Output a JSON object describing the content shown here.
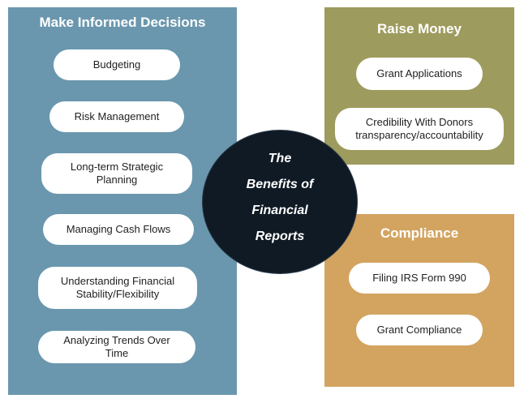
{
  "center": {
    "lines": [
      "The",
      "Benefits of",
      "Financial",
      "Reports"
    ]
  },
  "left_panel": {
    "title": "Make Informed Decisions",
    "items": [
      {
        "lines": [
          "Budgeting"
        ]
      },
      {
        "lines": [
          "Risk Management"
        ]
      },
      {
        "lines": [
          "Long-term Strategic",
          "Planning"
        ]
      },
      {
        "lines": [
          "Managing Cash Flows"
        ]
      },
      {
        "lines": [
          "Understanding Financial",
          "Stability/Flexibility"
        ]
      },
      {
        "lines": [
          "Analyzing Trends Over",
          "Time"
        ]
      }
    ]
  },
  "raise_panel": {
    "title": "Raise Money",
    "items": [
      {
        "lines": [
          "Grant Applications"
        ]
      },
      {
        "lines": [
          "Credibility With Donors",
          "transparency/accountability"
        ]
      }
    ]
  },
  "compliance_panel": {
    "title": "Compliance",
    "items": [
      {
        "lines": [
          "Filing IRS Form 990"
        ]
      },
      {
        "lines": [
          "Grant Compliance"
        ]
      }
    ]
  },
  "colors": {
    "left_panel": "#6a97ae",
    "raise_panel": "#9e9b5e",
    "compliance_panel": "#d3a460",
    "center_circle": "#0f1a24"
  }
}
